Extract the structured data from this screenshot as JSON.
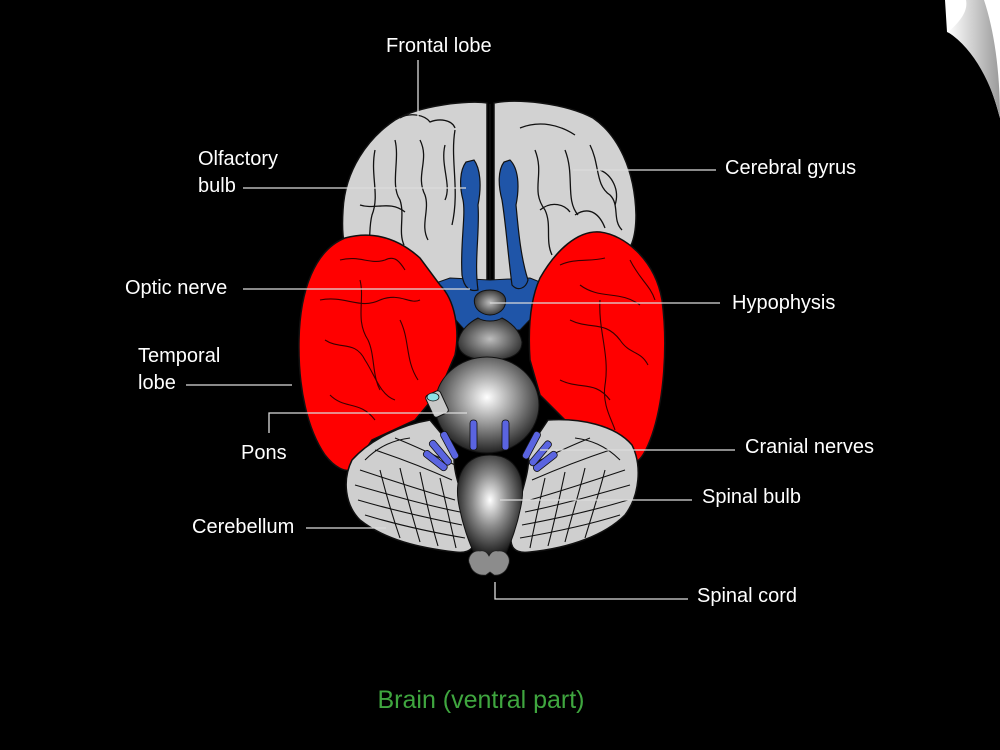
{
  "caption": "Brain (ventral part)",
  "colors": {
    "background": "#000000",
    "caption": "#3fa63f",
    "label_text": "#ffffff",
    "leader_line": "#dcdcdc",
    "frontal_lobe": "#d2d2d2",
    "temporal_lobe": "#ff0000",
    "olfactory_tract": "#1f55a8",
    "cranial_nerves": "#5a64e0",
    "cerebellum": "#cfcfcf",
    "spinal_cord": "#8c8c8c",
    "sulci_outline": "#111111"
  },
  "labels": {
    "frontal_lobe": "Frontal lobe",
    "olfactory_bulb_line1": "Olfactory",
    "olfactory_bulb_line2": "bulb",
    "cerebral_gyrus": "Cerebral gyrus",
    "optic_nerve": "Optic nerve",
    "hypophysis": "Hypophysis",
    "temporal_lobe_line1": "Temporal",
    "temporal_lobe_line2": "lobe",
    "pons": "Pons",
    "cranial_nerves": "Cranial nerves",
    "spinal_bulb": "Spinal bulb",
    "cerebellum": "Cerebellum",
    "spinal_cord": "Spinal cord"
  }
}
